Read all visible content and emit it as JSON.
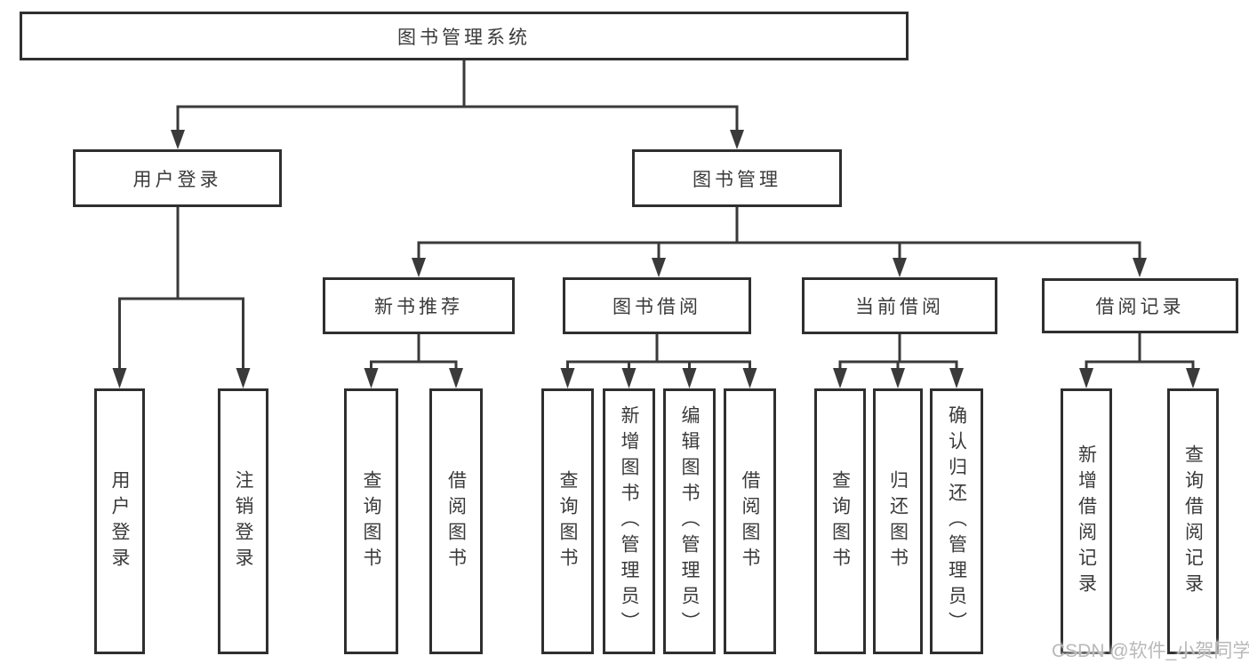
{
  "tree": {
    "label": "图书管理系统",
    "children": [
      {
        "label": "用户登录",
        "children": [
          {
            "label": "用户登录"
          },
          {
            "label": "注销登录"
          }
        ]
      },
      {
        "label": "图书管理",
        "children": [
          {
            "label": "新书推荐",
            "children": [
              {
                "label": "查询图书"
              },
              {
                "label": "借阅图书"
              }
            ]
          },
          {
            "label": "图书借阅",
            "children": [
              {
                "label": "查询图书"
              },
              {
                "label": "新增图书（管理员）"
              },
              {
                "label": "编辑图书（管理员）"
              },
              {
                "label": "借阅图书"
              }
            ]
          },
          {
            "label": "当前借阅",
            "children": [
              {
                "label": "查询图书"
              },
              {
                "label": "归还图书"
              },
              {
                "label": "确认归还（管理员）"
              }
            ]
          },
          {
            "label": "借阅记录",
            "children": [
              {
                "label": "新增借阅记录"
              },
              {
                "label": "查询借阅记录"
              }
            ]
          }
        ]
      }
    ]
  },
  "watermark": {
    "text": "CSDN @软件_小贺同学"
  },
  "colors": {
    "line": "#3a3a3a",
    "box_border": "#2f2f2f",
    "text": "#3a3a3a",
    "watermark": "#b9b9b9",
    "background": "#ffffff"
  }
}
